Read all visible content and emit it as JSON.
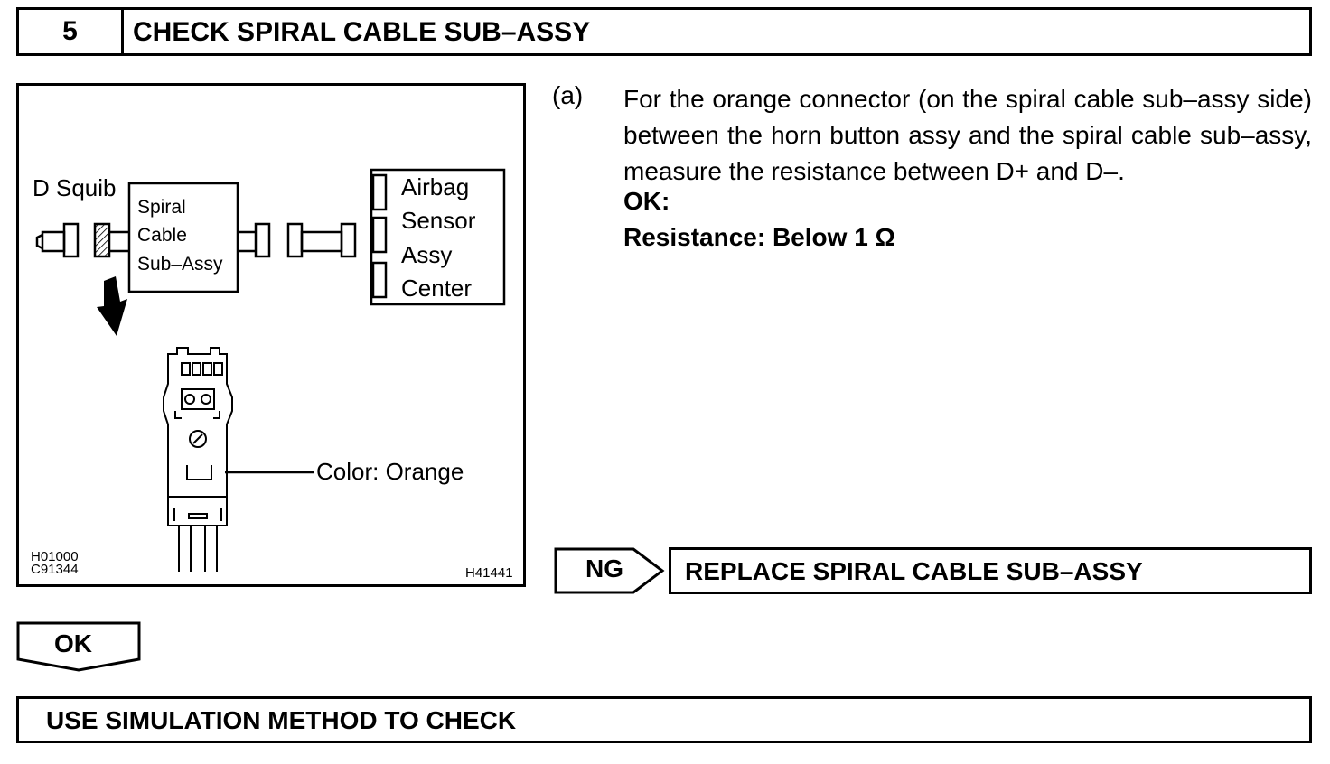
{
  "step": {
    "number": "5",
    "title": "CHECK SPIRAL CABLE SUB–ASSY"
  },
  "illustration": {
    "d_squib": "D Squib",
    "spiral_cable_lines": [
      "Spiral",
      "Cable",
      "Sub–Assy"
    ],
    "airbag_lines": [
      "Airbag",
      "Sensor",
      "Assy",
      "Center"
    ],
    "color_note": "Color: Orange",
    "ref_codes": [
      "H01000",
      "C91344"
    ],
    "ref_code_right": "H41441"
  },
  "instruction": {
    "marker": "(a)",
    "text": "For the orange connector (on the spiral cable sub–assy side) between the horn button assy and the spiral cable sub–assy, measure the resistance between D+ and D–.",
    "ok_label": "OK:",
    "spec": "Resistance: Below 1 Ω"
  },
  "ng_branch": {
    "label": "NG",
    "action": "REPLACE SPIRAL CABLE SUB–ASSY"
  },
  "ok_branch": {
    "label": "OK"
  },
  "final_action": "USE SIMULATION METHOD TO CHECK"
}
